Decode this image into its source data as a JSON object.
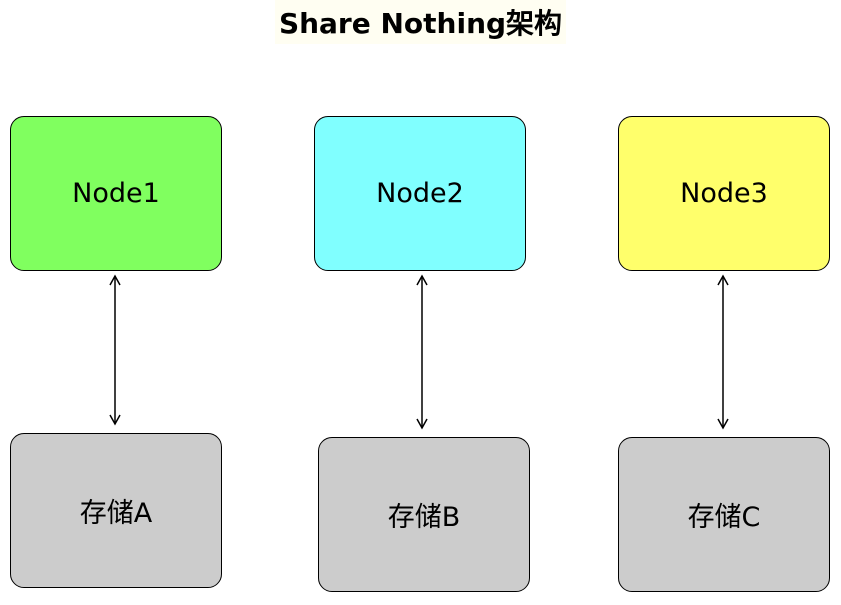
{
  "title": "Share Nothing架构",
  "nodes": [
    {
      "label": "Node1",
      "color": "#80ff5f"
    },
    {
      "label": "Node2",
      "color": "#80ffff"
    },
    {
      "label": "Node3",
      "color": "#ffff6b"
    }
  ],
  "storages": [
    {
      "label": "存储A",
      "color": "#cccccc"
    },
    {
      "label": "存储B",
      "color": "#cccccc"
    },
    {
      "label": "存储C",
      "color": "#cccccc"
    }
  ]
}
